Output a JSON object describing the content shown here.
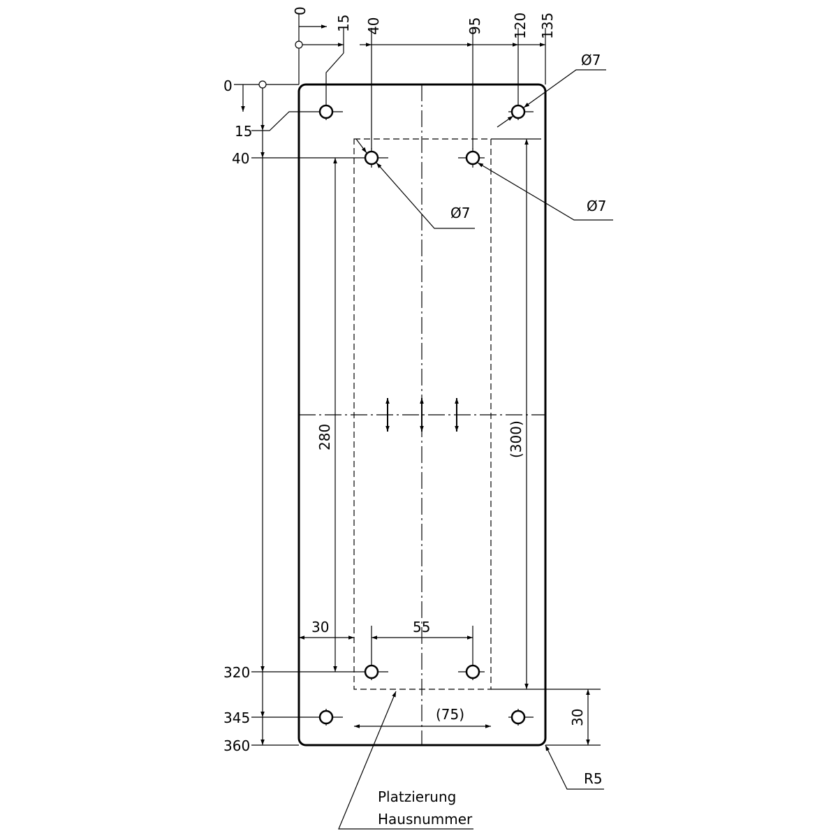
{
  "drawing": {
    "top_dims": [
      "0",
      "15",
      "40",
      "95",
      "120",
      "135"
    ],
    "left_dims": [
      "0",
      "15",
      "40",
      "320",
      "345",
      "360"
    ],
    "dim_280": "280",
    "dim_300": "(300)",
    "dim_30_h": "30",
    "dim_55": "55",
    "dim_75": "(75)",
    "dim_30_v": "30",
    "radius": "R5",
    "hole_dia_1": "Ø7",
    "hole_dia_2": "Ø7",
    "hole_dia_3": "Ø7",
    "note_line1": "Platzierung",
    "note_line2": "Hausnummer"
  }
}
